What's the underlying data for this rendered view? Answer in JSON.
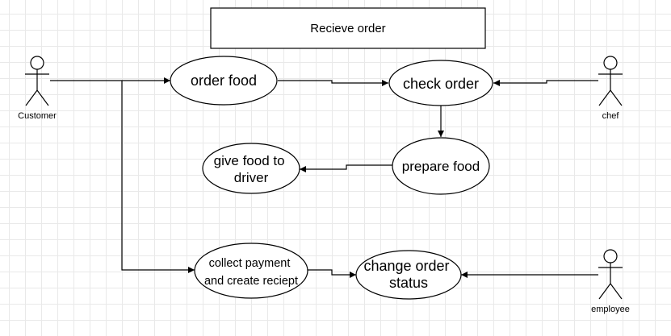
{
  "title": "Recieve order",
  "actors": {
    "customer": "Customer",
    "chef": "chef",
    "employee": "employee"
  },
  "use_cases": {
    "order_food": [
      "order food"
    ],
    "check_order": [
      "check order"
    ],
    "prepare_food": [
      "prepare food"
    ],
    "give_food": [
      "give food to",
      "driver"
    ],
    "collect_payment": [
      "collect payment",
      "and create reciept"
    ],
    "change_status": [
      "change order",
      "status"
    ]
  }
}
